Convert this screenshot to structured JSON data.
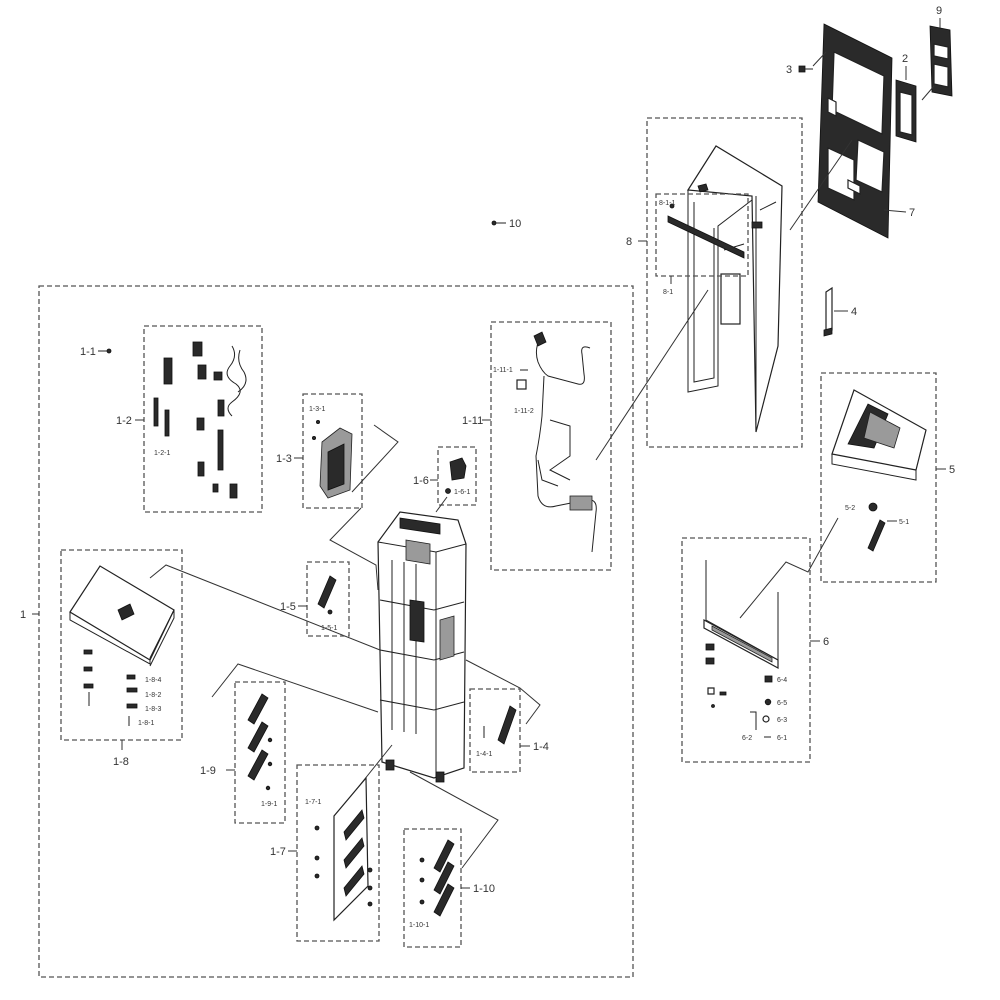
{
  "colors": {
    "ink": "#222222",
    "box": "#555555",
    "label": "#333333",
    "paper": "#ffffff"
  },
  "labels": {
    "p1": "1",
    "p1_1": "1-1",
    "p1_2": "1-2",
    "p1_2_1": "1-2-1",
    "p1_3": "1-3",
    "p1_3_1": "1-3-1",
    "p1_4": "1-4",
    "p1_4_1": "1-4-1",
    "p1_5": "1-5",
    "p1_5_1": "1-5-1",
    "p1_6": "1-6",
    "p1_6_1": "1-6-1",
    "p1_7": "1-7",
    "p1_7_1": "1-7-1",
    "p1_8": "1-8",
    "p1_8_1": "1-8-1",
    "p1_8_2": "1-8-2",
    "p1_8_3": "1-8-3",
    "p1_8_4": "1-8-4",
    "p1_9": "1-9",
    "p1_9_1": "1-9-1",
    "p1_10": "1-10",
    "p1_10_1": "1-10-1",
    "p1_11": "1-11",
    "p1_11_1": "1-11-1",
    "p1_11_2": "1-11-2",
    "p2": "2",
    "p3": "3",
    "p4": "4",
    "p5": "5",
    "p5_1": "5-1",
    "p5_2": "5-2",
    "p6": "6",
    "p6_1": "6-1",
    "p6_2": "6-2",
    "p6_3": "6-3",
    "p6_4": "6-4",
    "p6_5": "6-5",
    "p7": "7",
    "p8": "8",
    "p8_1": "8-1",
    "p8_1_1": "8-1-1",
    "p9": "9",
    "p10": "10"
  }
}
